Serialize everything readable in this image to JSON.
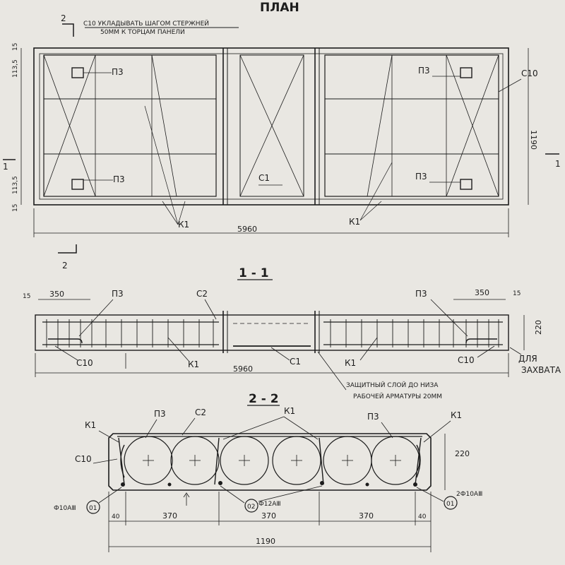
{
  "plan": {
    "title": "ПЛАН",
    "note_line1": "С10 УКЛАДЫВАТЬ ШАГОМ СТЕРЖНЕЙ",
    "note_line2": "50ММ К ТОРЦАМ ПАНЕЛИ",
    "section_mark": "2",
    "section_mark_1": "1",
    "label_p3": "П3",
    "label_c10": "С10",
    "label_c1": "С1",
    "label_k1": "К1",
    "dim_length": "5960",
    "dim_width": "1190",
    "dim_edge": "15",
    "dim_offset": "113,5"
  },
  "section_1_1": {
    "title": "1 - 1",
    "label_p3": "П3",
    "label_c2": "С2",
    "label_c10": "С10",
    "label_k1": "К1",
    "label_c1": "С1",
    "dim_350": "350",
    "dim_15": "15",
    "dim_220": "220",
    "dim_length": "5960",
    "note_line1": "ЗАЩИТНЫЙ СЛОЙ ДО НИЗА",
    "note_line2": "РАБОЧЕЙ АРМАТУРЫ 20ММ",
    "grip_line1": "ДЛЯ",
    "grip_line2": "ЗАХВАТА"
  },
  "section_2_2": {
    "title": "2 - 2",
    "label_p3": "П3",
    "label_c2": "С2",
    "label_k1": "К1",
    "label_c10": "С10",
    "dim_220": "220",
    "dim_40": "40",
    "dim_370": "370",
    "dim_total": "1190",
    "bar_phi10": "Ф10АⅢ",
    "bar_phi12": "Ф12АⅢ",
    "bar_2phi10": "2Ф10АⅢ",
    "pos_01": "01",
    "pos_02": "02"
  }
}
